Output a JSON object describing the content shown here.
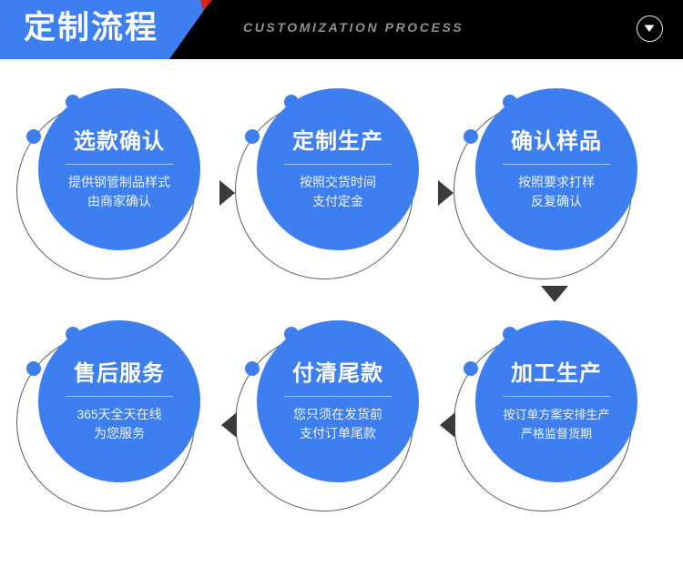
{
  "header": {
    "title_cn": "定制流程",
    "title_en": "CUSTOMIZATION PROCESS",
    "toggle_icon": "chevron-down-circle-icon",
    "colors": {
      "tab_blue": "#3d7ef0",
      "bar_black": "#000000",
      "accent_red": "#d7251d",
      "subtitle_gray": "#8f8f8f"
    }
  },
  "flow": {
    "accent": "#3d7ef0",
    "arrow_color": "#3a3a3a",
    "steps": [
      {
        "index": "1",
        "title": "选款确认",
        "sub_line1": "提供钢管制品样式",
        "sub_line2": "由商家确认"
      },
      {
        "index": "2",
        "title": "定制生产",
        "sub_line1": "按照交货时间",
        "sub_line2": "支付定金"
      },
      {
        "index": "3",
        "title": "确认样品",
        "sub_line1": "按照要求打样",
        "sub_line2": "反复确认"
      },
      {
        "index": "4",
        "title": "加工生产",
        "sub_line1": "按订单方案安排生产",
        "sub_line2": "严格监督货期"
      },
      {
        "index": "5",
        "title": "付清尾款",
        "sub_line1": "您只须在发货前",
        "sub_line2": "支付订单尾款"
      },
      {
        "index": "6",
        "title": "售后服务",
        "sub_line1": "365天全天在线",
        "sub_line2": "为您服务"
      }
    ],
    "connectors": [
      {
        "name": "arrow-step1-to-step2",
        "direction": "right"
      },
      {
        "name": "arrow-step2-to-step3",
        "direction": "right"
      },
      {
        "name": "arrow-step3-to-step4",
        "direction": "down"
      },
      {
        "name": "arrow-step4-to-step5",
        "direction": "left"
      },
      {
        "name": "arrow-step5-to-step6",
        "direction": "left"
      }
    ]
  }
}
